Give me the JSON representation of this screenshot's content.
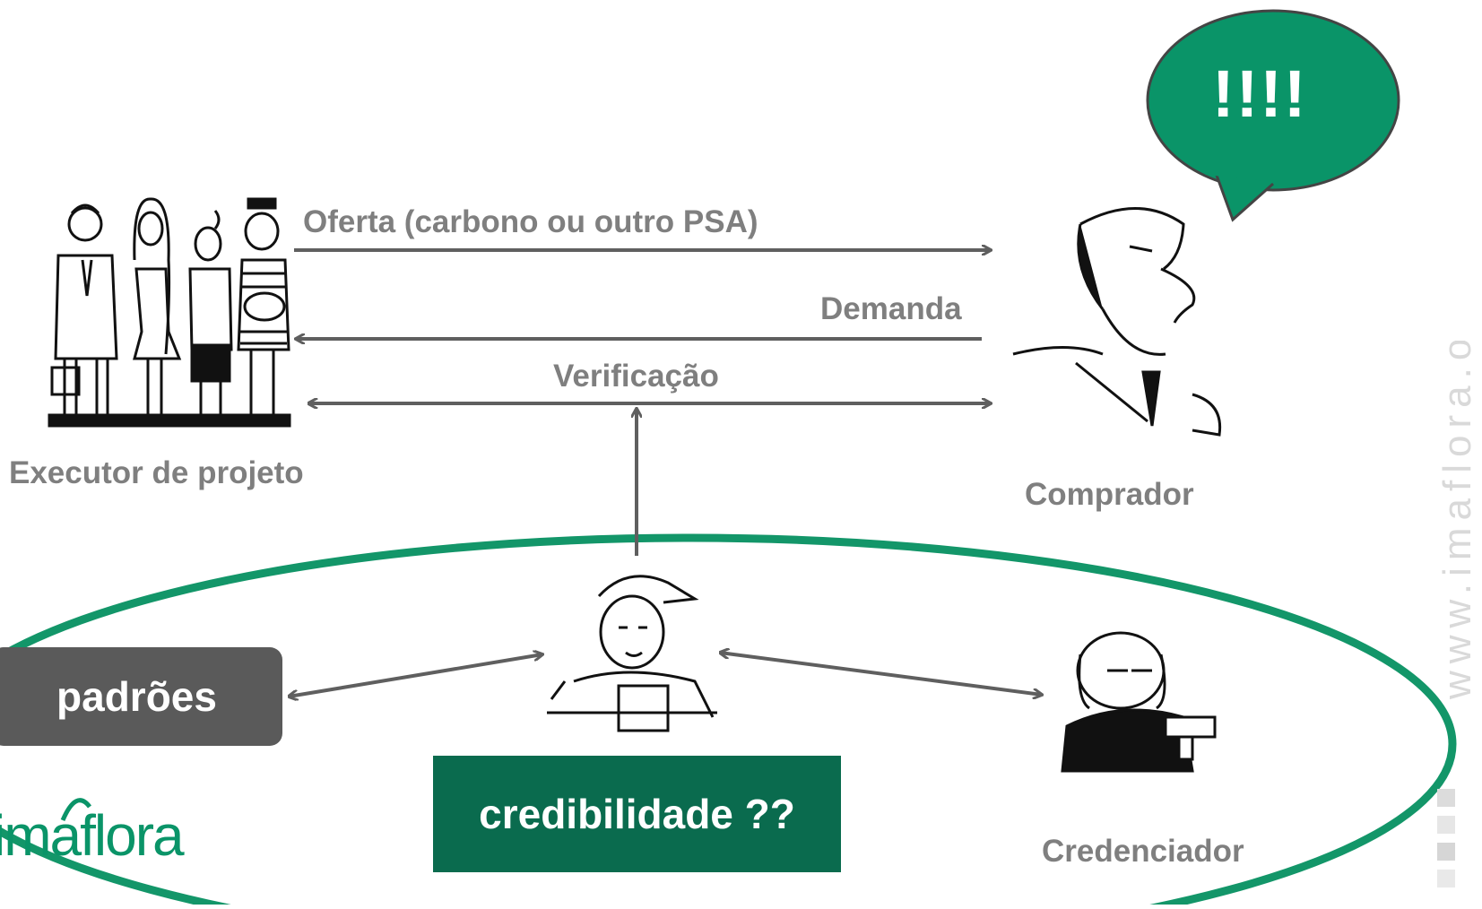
{
  "arrows": {
    "offer": "Oferta (carbono ou outro PSA)",
    "demand": "Demanda",
    "verification": "Verificação"
  },
  "actors": {
    "project_executor": "Executor de projeto",
    "buyer": "Comprador",
    "accreditor": "Credenciador"
  },
  "speech_bubble": "!!!!",
  "boxes": {
    "standards": "padrões",
    "credibility": "credibilidade ??"
  },
  "logo_text": "imaflora",
  "watermark": "www.imaflora.org",
  "colors": {
    "green_bubble": "#0a9468",
    "dark_green_box": "#0a6b4e",
    "ellipse_green": "#139669",
    "gray_box": "#5a5a5a",
    "arrow_gray": "#5f5f5f",
    "label_gray": "#7f7f7f"
  }
}
